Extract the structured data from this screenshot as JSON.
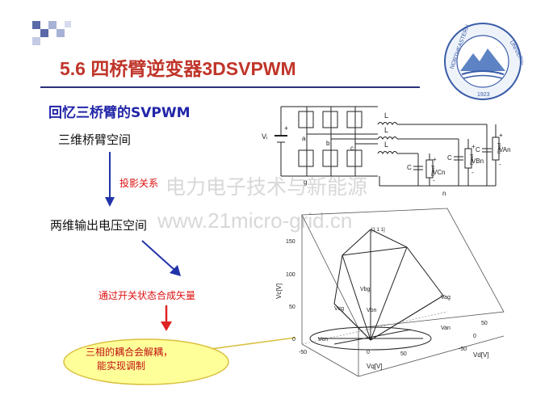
{
  "slide": {
    "title": "5.6  四桥臂逆变器3DSVPWM",
    "subtitle": "回忆三桥臂的SVPWM"
  },
  "flow": {
    "step1": "三维桥臂空间",
    "note1": "投影关系",
    "step2": "两维输出电压空间",
    "note2": "通过开关状态合成矢量",
    "callout_line1": "三相的耦合会解耦，",
    "callout_line2": "能实现调制"
  },
  "watermark": {
    "line1": "电力电子技术与新能源",
    "line2": "www.21micro-grid.cn"
  },
  "logo": {
    "year_text": "1923",
    "ring_text_left": "NORTHEASTERN",
    "ring_text_right": "UNIVERSITY"
  },
  "circuit": {
    "source_label": "Vᵢ",
    "plus_sign": "+",
    "minus_sign": "-",
    "node_a": "a",
    "node_b": "b",
    "node_c": "c",
    "node_g": "g",
    "node_n": "n",
    "inductor_label": "L",
    "capacitor_label": "C",
    "resistor_label": "Rload",
    "v_cn": "VCn",
    "v_bn": "VBn",
    "v_an": "VAn"
  },
  "plot3d": {
    "ylabel": "Vc[V]",
    "xlabel": "Vd[V]",
    "zlabel": "Vq[V]",
    "y_ticks": [
      "150",
      "100",
      "50",
      "0"
    ],
    "z_ticks": [
      "-50",
      "0",
      "50"
    ],
    "x_ticks": [
      "50",
      "0",
      "-50"
    ],
    "vertex_label": "[1 1 1]",
    "vectors": [
      "Vbg",
      "Vag",
      "Vcg",
      "Vbn",
      "Van",
      "Vcn"
    ]
  }
}
